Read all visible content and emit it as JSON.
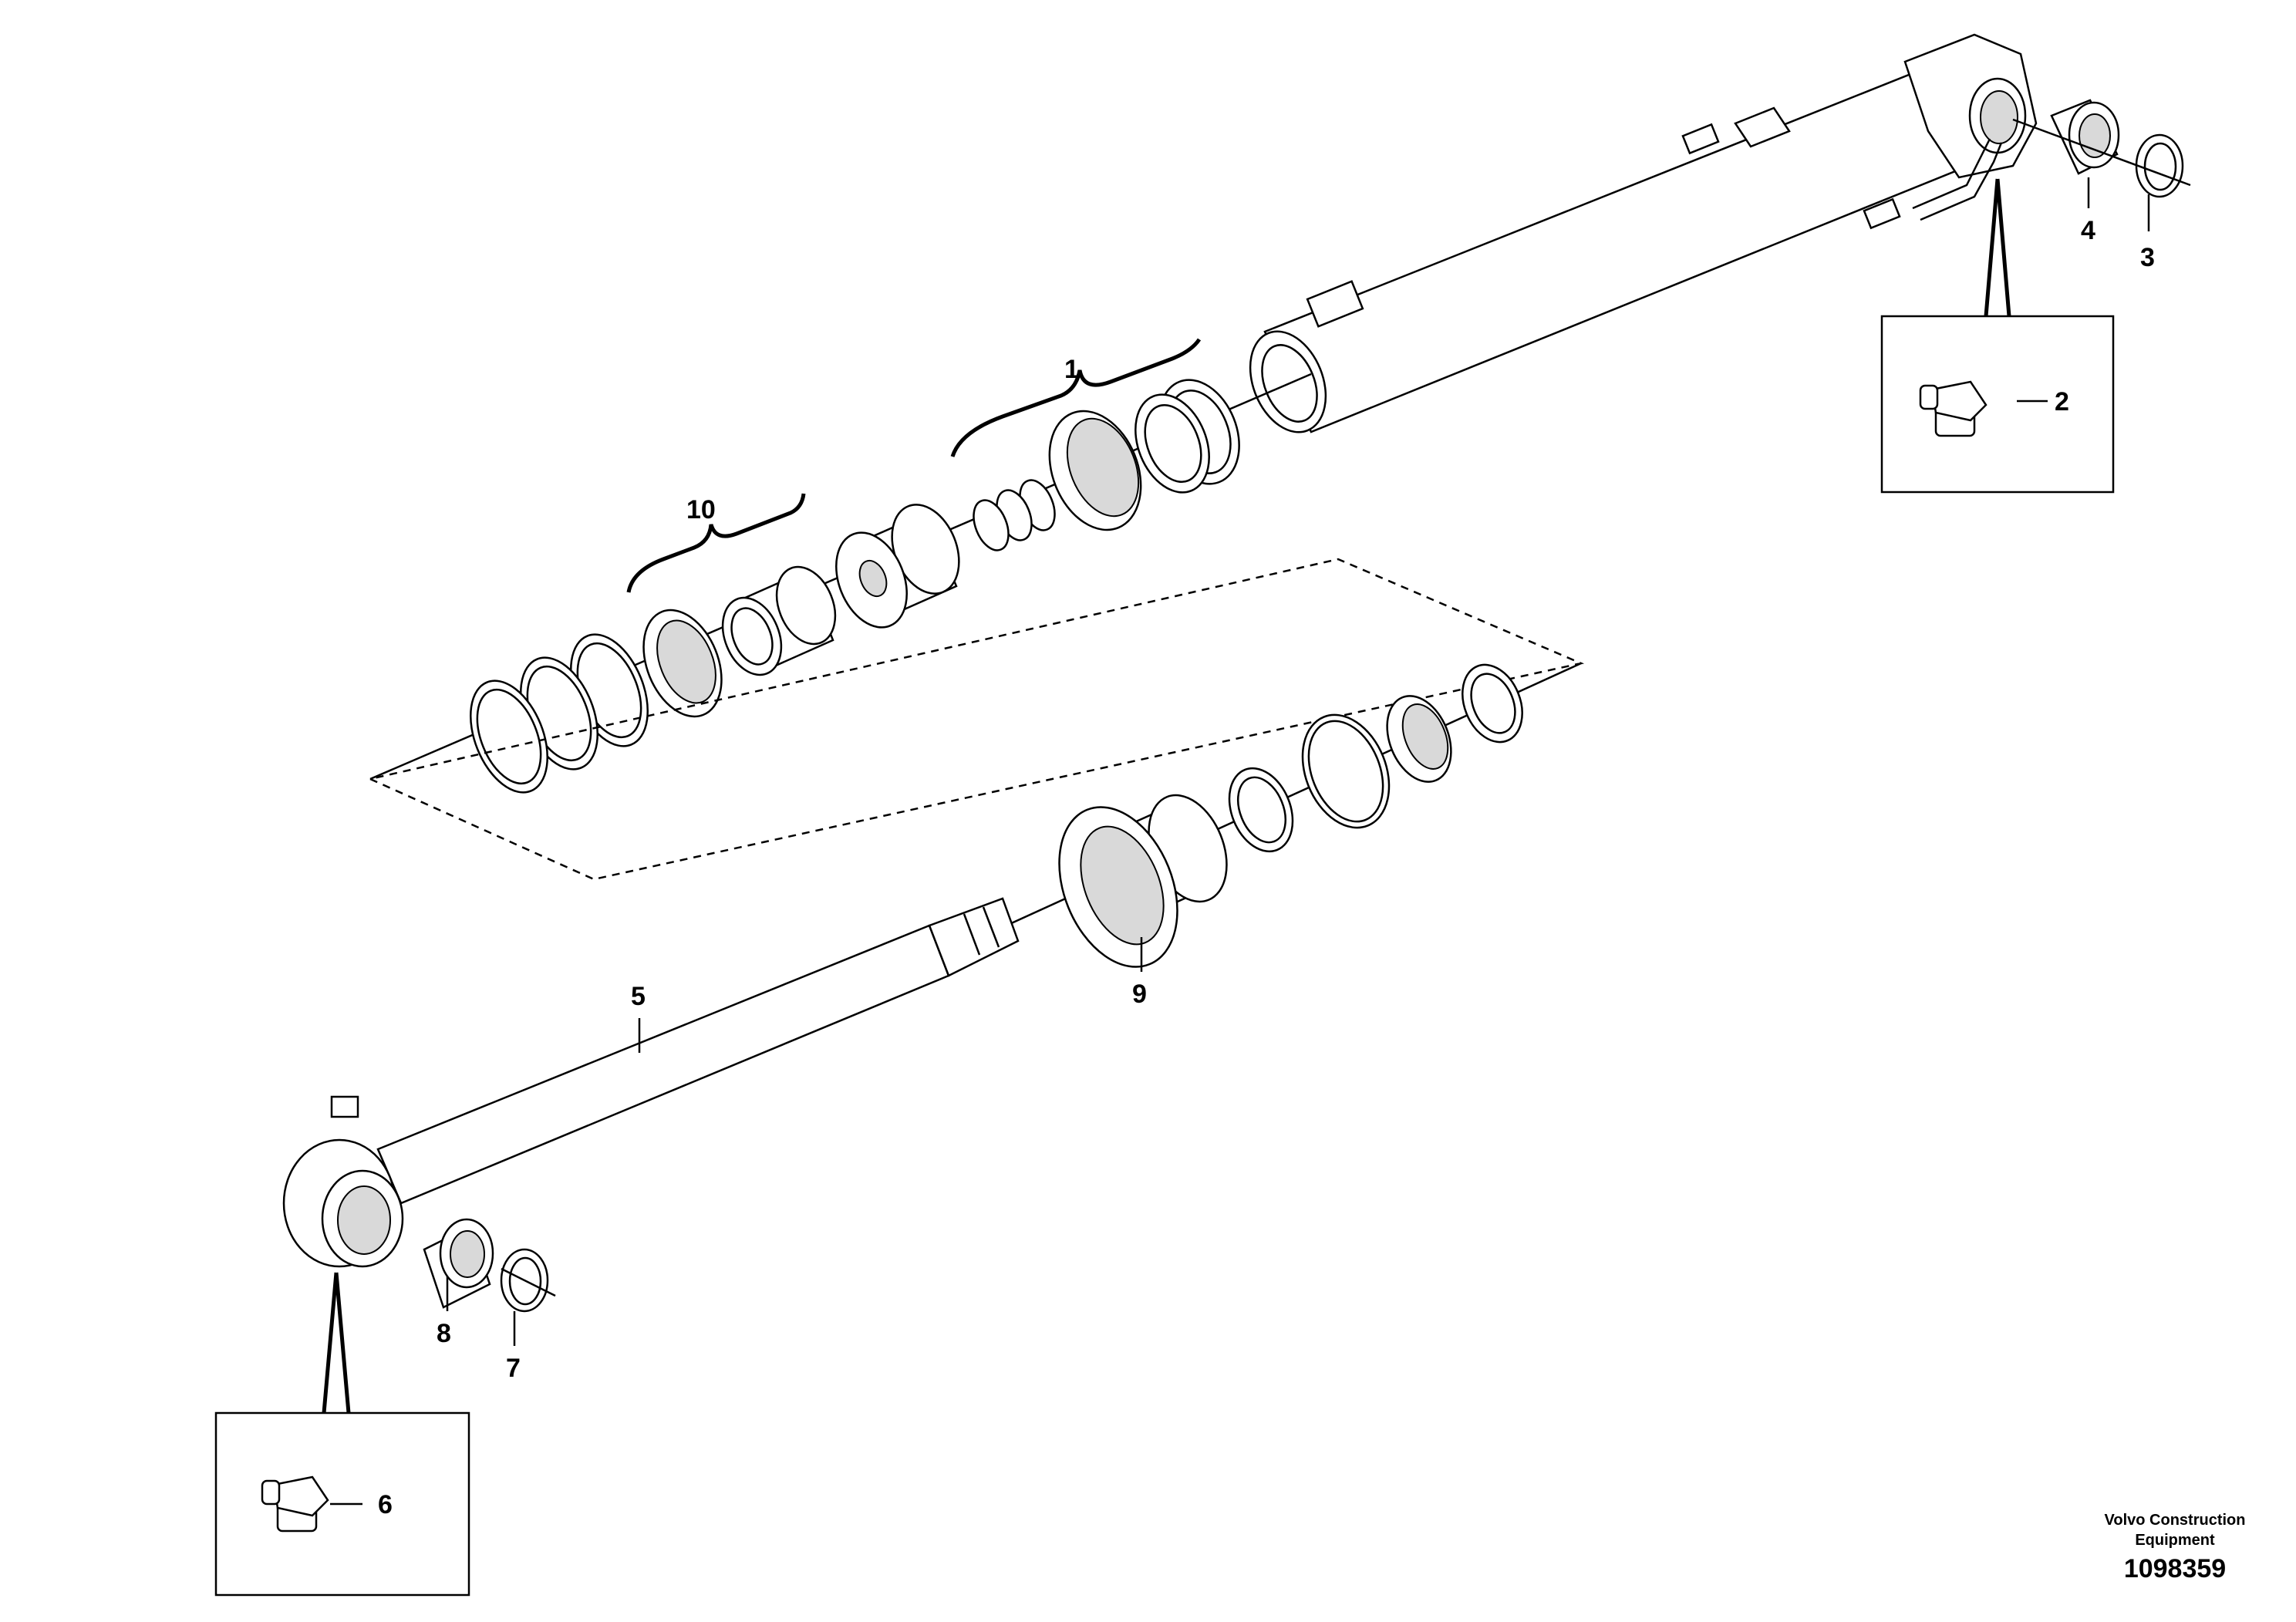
{
  "callouts": [
    {
      "id": "c1",
      "text": "1"
    },
    {
      "id": "c2",
      "text": "2"
    },
    {
      "id": "c3",
      "text": "3"
    },
    {
      "id": "c4",
      "text": "4"
    },
    {
      "id": "c5",
      "text": "5"
    },
    {
      "id": "c6",
      "text": "6"
    },
    {
      "id": "c7",
      "text": "7"
    },
    {
      "id": "c8",
      "text": "8"
    },
    {
      "id": "c9",
      "text": "9"
    },
    {
      "id": "c10",
      "text": "10"
    }
  ],
  "footer": {
    "brand_line1": "Volvo Construction",
    "brand_line2": "Equipment",
    "drawing_number": "1098359"
  }
}
